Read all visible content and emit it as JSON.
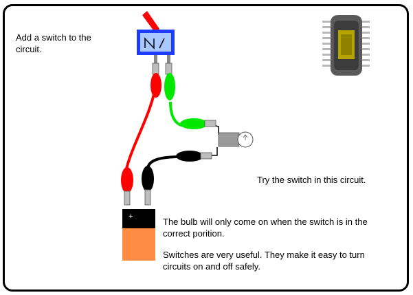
{
  "intro_text": "Add a switch to the circuit.",
  "try_text": "Try the switch in this circuit.",
  "bulb_text": "The bulb will only come on when the switch is in the correct porition.",
  "switch_text": "Switches are very useful. They make it easy to turn circuits on and off safely.",
  "battery_terminal_plus": "+",
  "colors": {
    "frame": "#000000",
    "red_wire": "#ff0000",
    "green_wire": "#00ff00",
    "black_wire": "#000000",
    "switch_body": "#1e3cff",
    "switch_face": "#a8c8ff",
    "battery_body": "#ff8c42",
    "battery_top": "#000000",
    "chip_body": "#5a5a5a",
    "chip_die": "#b5a400"
  },
  "icons": [
    "switch-icon",
    "battery-icon",
    "bulb-icon",
    "microchip-icon",
    "crocodile-clip-icon"
  ]
}
